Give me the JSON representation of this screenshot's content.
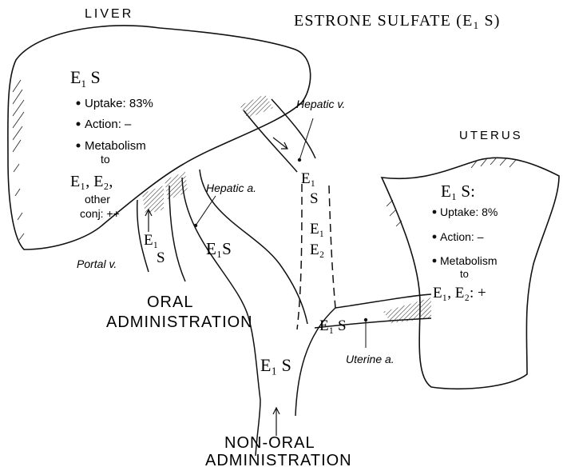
{
  "title": "ESTRONE SULFATE (E",
  "title_sub": "1",
  "title_end": " S)",
  "liver": {
    "label": "LIVER",
    "compound": "E",
    "compound_sub": "1",
    "compound_end": " S",
    "uptake": "Uptake:  83%",
    "action": "Action:  –",
    "metabolism_1": "Metabolism",
    "metabolism_2": "to",
    "products": "E₁, E₂,",
    "other_1": "other",
    "other_2": "conj: ++"
  },
  "uterus": {
    "label": "UTERUS",
    "compound": "E₁ S:",
    "uptake": "Uptake: 8%",
    "action": "Action: –",
    "metabolism_1": "Metabolism",
    "metabolism_2": "to",
    "products": "E₁, E₂: +"
  },
  "vessels": {
    "hepatic_v": "Hepatic v.",
    "hepatic_a": "Hepatic a.",
    "portal_v": "Portal v.",
    "uterine_a": "Uterine a."
  },
  "flow_labels": {
    "portal_e": "E₁",
    "portal_s": "S",
    "hepatic_a_e1s": "E₁S",
    "hepatic_v_e1": "E₁",
    "hepatic_v_s": "S",
    "hepatic_v_e1b": "E₁",
    "hepatic_v_e2": "E₂",
    "uterine_e1s": "E₁ S",
    "trunk_e1s": "E₁ S"
  },
  "administration": {
    "oral_1": "ORAL",
    "oral_2": "ADMINISTRATION",
    "nonoral_1": "NON-ORAL",
    "nonoral_2": "ADMINISTRATION"
  }
}
